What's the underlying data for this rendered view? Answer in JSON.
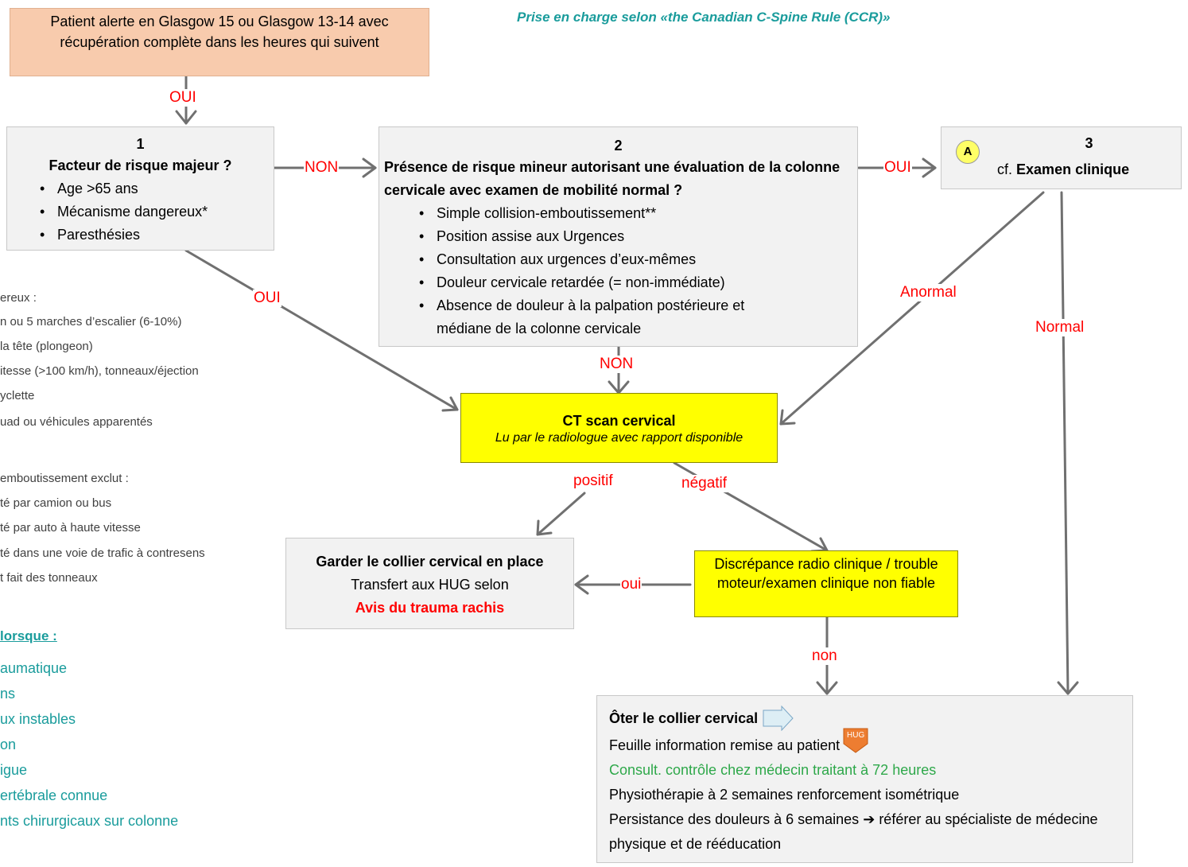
{
  "title": "Prise en charge selon «the Canadian C-Spine Rule (CCR)»",
  "start_box": {
    "text": "Patient alerte en Glasgow 15 ou Glasgow 13-14 avec récupération complète dans les heures qui suivent"
  },
  "box1": {
    "number": "1",
    "heading": "Facteur de risque majeur ?",
    "items": [
      "Age >65 ans",
      "Mécanisme dangereux*",
      "Paresthésies"
    ]
  },
  "box2": {
    "number": "2",
    "heading": "Présence de risque mineur autorisant une évaluation de la colonne cervicale avec examen de mobilité normal ?",
    "items": [
      "Simple collision-emboutissement**",
      "Position assise aux Urgences",
      "Consultation aux urgences d’eux-mêmes",
      "Douleur cervicale retardée (= non-immédiate)",
      "Absence de douleur à la palpation postérieure et médiane de la colonne cervicale"
    ]
  },
  "box3": {
    "number": "3",
    "badge": "A",
    "prefix": "cf.",
    "heading": "Examen clinique"
  },
  "ct_box": {
    "heading": "CT scan cervical",
    "subtitle": "Lu par le radiologue avec rapport disponible"
  },
  "keep_box": {
    "heading": "Garder le collier cervical en place",
    "line2": "Transfert aux HUG selon",
    "line3": "Avis du trauma rachis"
  },
  "discrepancy_box": {
    "text": "Discrépance radio clinique / trouble moteur/examen clinique non fiable"
  },
  "remove_box": {
    "heading": "Ôter le collier cervical",
    "line1": "Feuille information remise au patient",
    "hug_tag": "HUG",
    "line2": "Consult. contrôle chez médecin traitant à 72 heures",
    "line3": "Physiothérapie à 2 semaines renforcement isométrique",
    "line4": "Persistance des douleurs à 6 semaines",
    "line4_arrow": "➔",
    "line4_rest": "référer au spécialiste de médecine physique et de rééducation"
  },
  "edge_labels": {
    "start_to_1": "OUI",
    "one_to_2": "NON",
    "one_to_ct": "OUI",
    "two_to_3": "OUI",
    "two_to_ct": "NON",
    "three_anormal": "Anormal",
    "three_normal": "Normal",
    "ct_positif": "positif",
    "ct_negatif": "négatif",
    "disc_oui": "oui",
    "disc_non": "non"
  },
  "left_notes": {
    "mechanism": [
      "ereux :",
      "n ou 5 marches d’escalier (6-10%)",
      " la tête (plongeon)",
      "itesse (>100 km/h), tonneaux/éjection",
      "yclette",
      "uad ou véhicules apparentés"
    ],
    "collision": [
      "emboutissement exclut :",
      "té par camion ou bus",
      "té par auto à haute vitesse",
      "té dans une voie de trafic à contresens",
      "t fait des tonneaux"
    ],
    "when_heading": " lorsque :",
    "when_items": [
      "aumatique",
      "ns",
      "ux instables",
      "on",
      "igue",
      "ertébrale connue",
      "nts chirurgicaux sur colonne"
    ]
  },
  "colors": {
    "gray_box": "#f2f2f2",
    "yellow_box": "#ffff00",
    "orange_box": "#f8cbad",
    "label_red": "#ff0000",
    "teal": "#1a9c9c",
    "green": "#2ea84a",
    "title_teal": "#1a9c9c",
    "hug_orange": "#ed7d31",
    "arrow_gray": "#707070"
  }
}
